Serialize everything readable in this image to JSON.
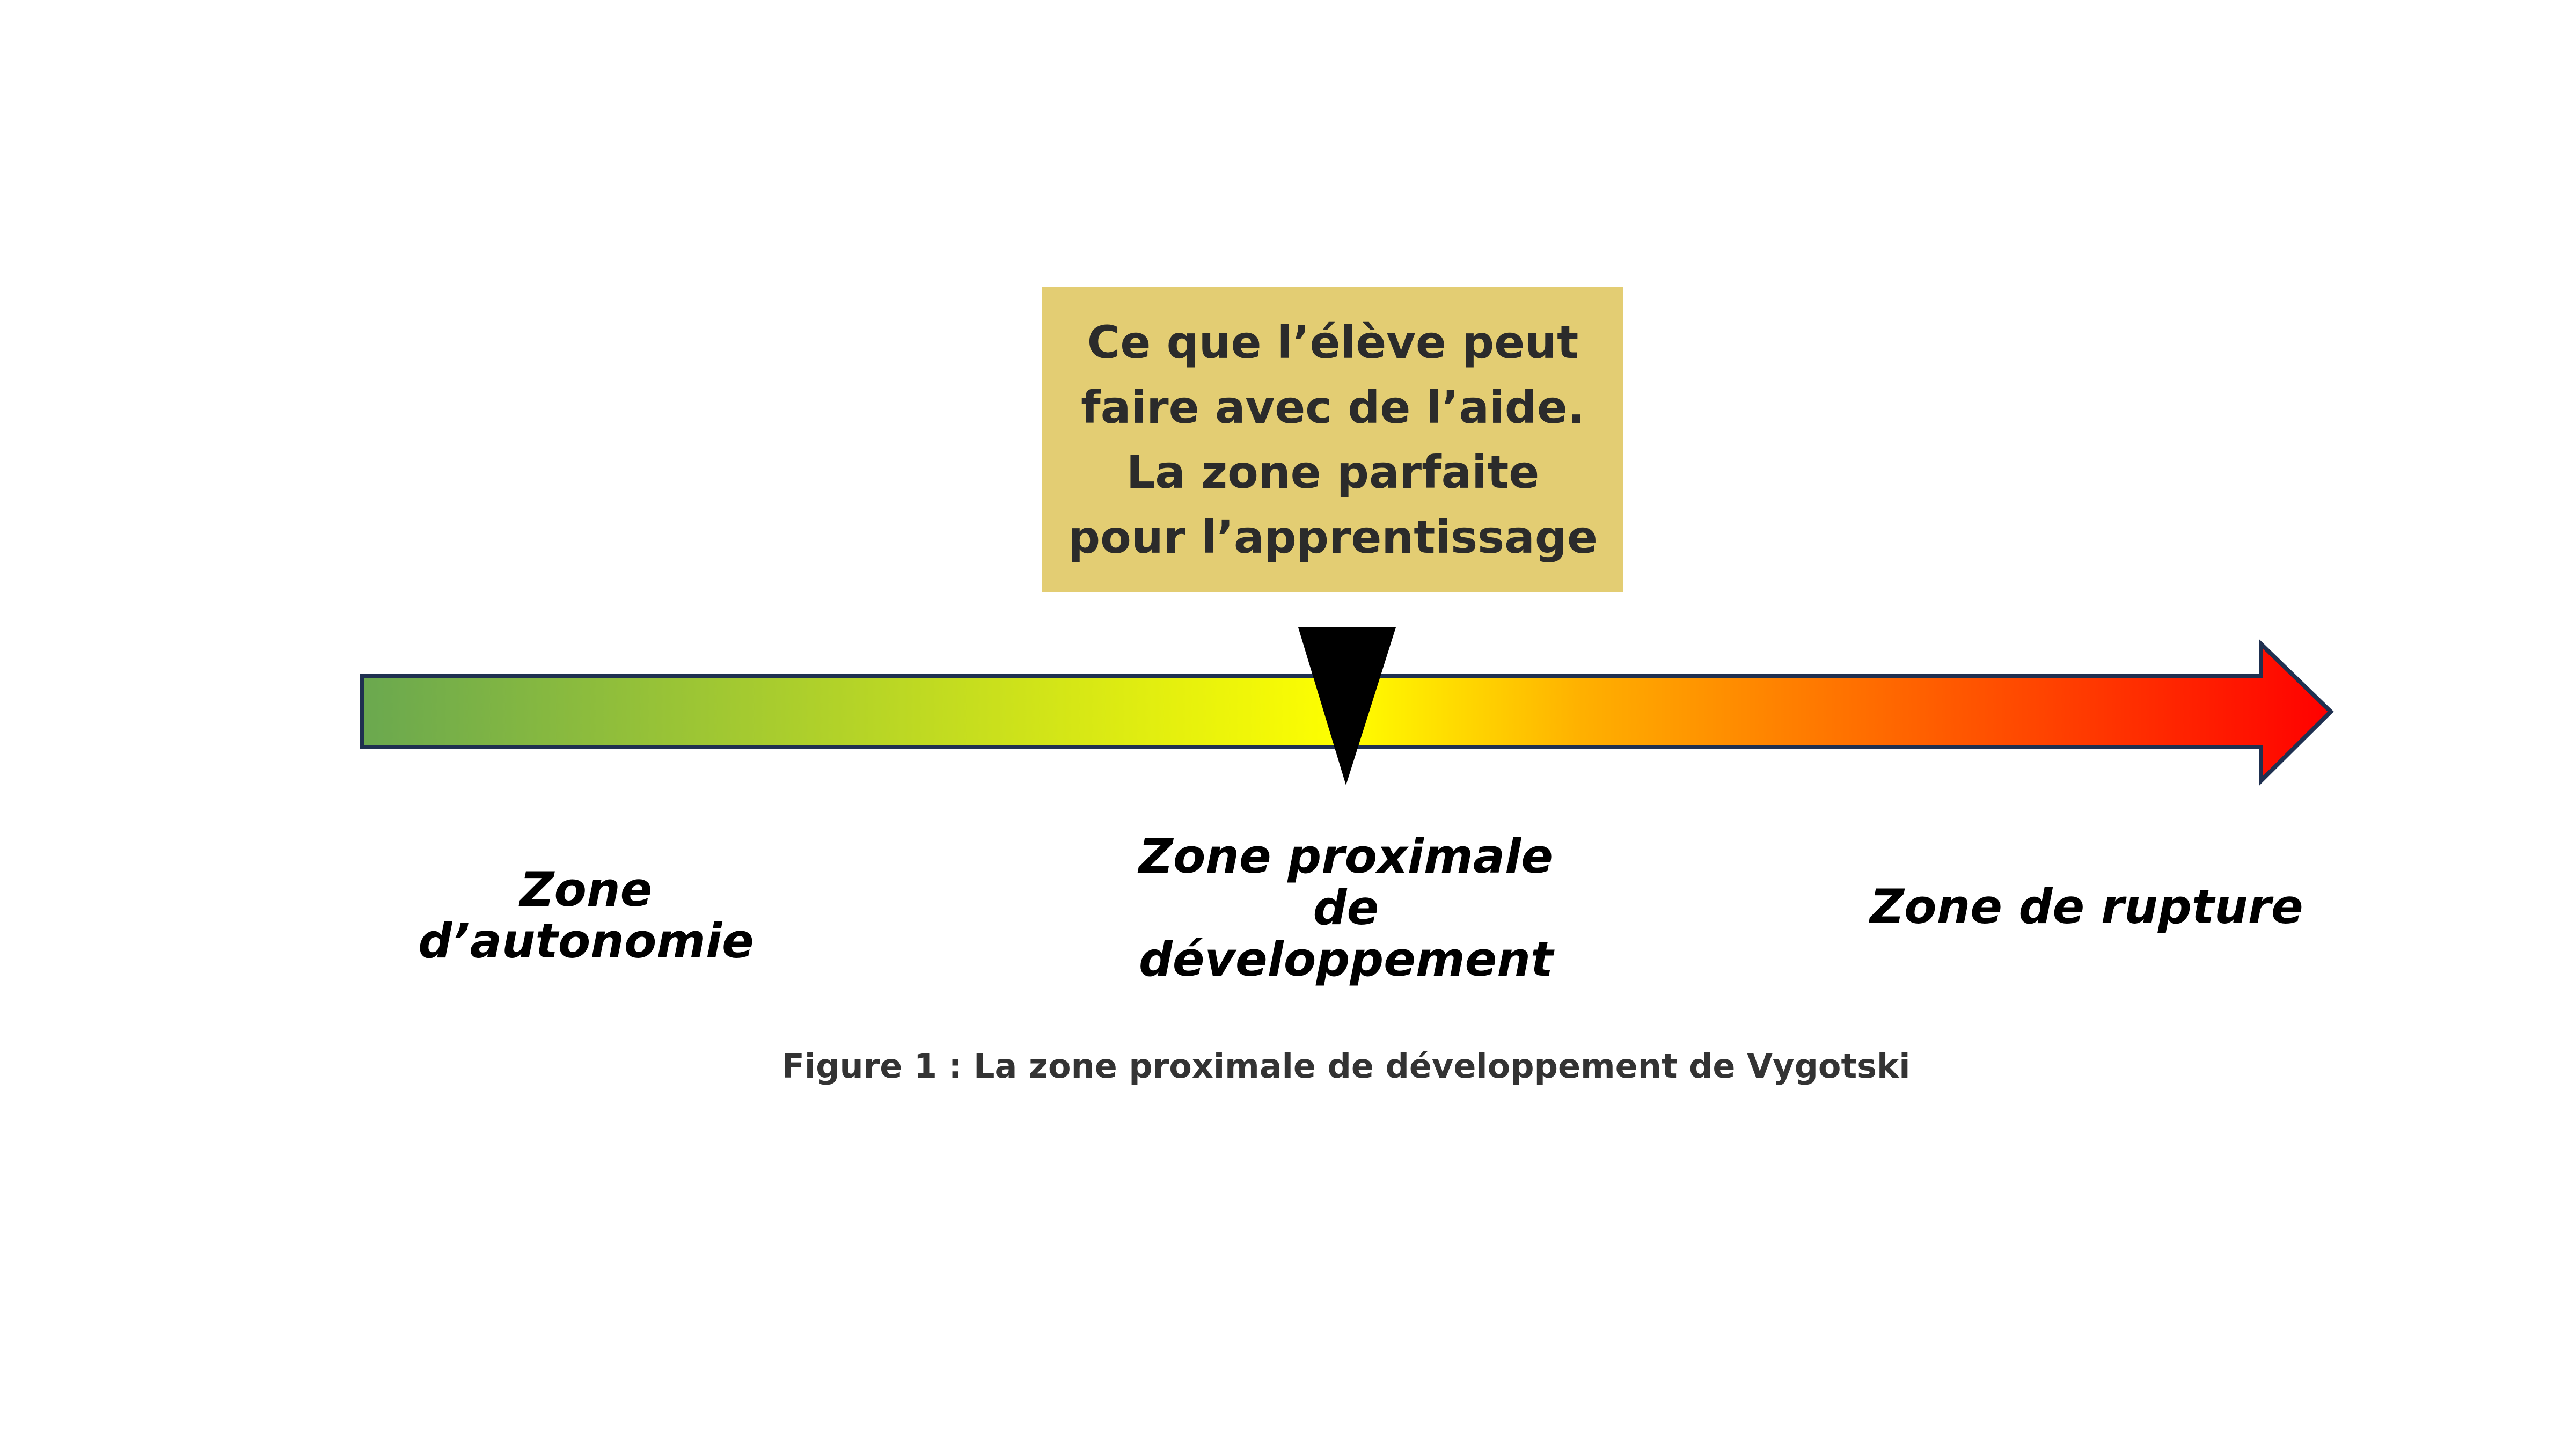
{
  "callout": {
    "text": "Ce que l’élève peut faire avec de l’aide. La zone parfaite pour l’apprentissage",
    "background": "#e3cd73"
  },
  "arrow": {
    "gradient": [
      "#6aa84f",
      "#ffff00",
      "#ff0000"
    ],
    "marker_color": "#000000",
    "outline": "#1f3050"
  },
  "labels": {
    "left_line1": "Zone",
    "left_line2": "d’autonomie",
    "middle_line1": "Zone proximale",
    "middle_line2": "de",
    "middle_line3": "développement",
    "right": "Zone de rupture"
  },
  "caption": "Figure 1 : La zone proximale de développement de Vygotski"
}
